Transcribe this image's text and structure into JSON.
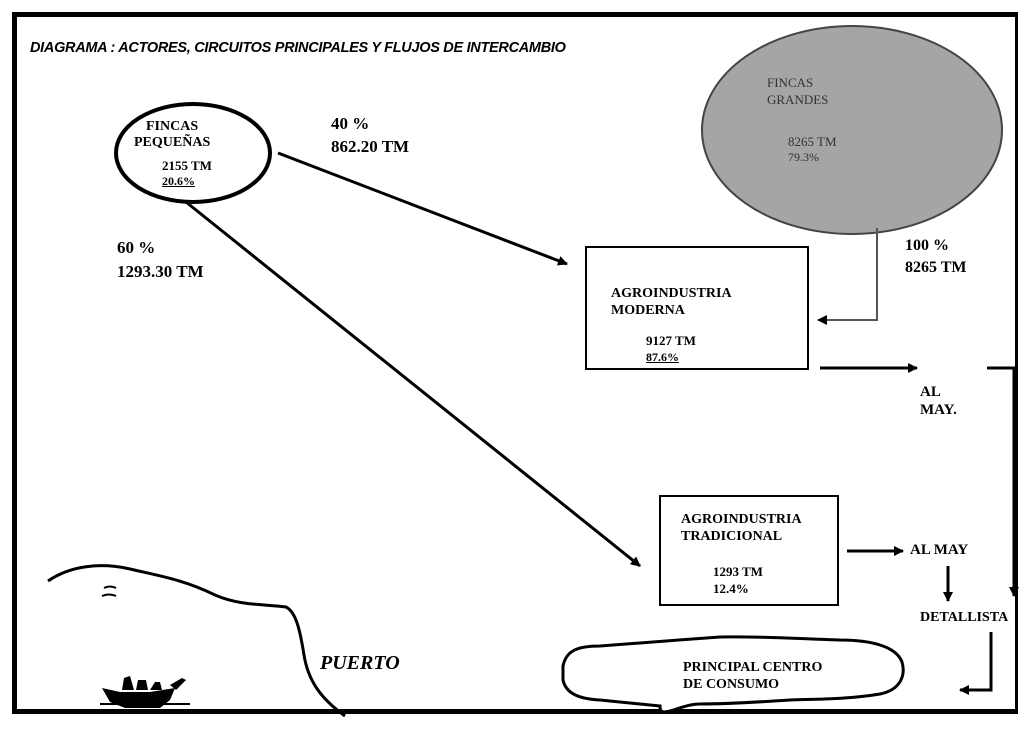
{
  "title": "DIAGRAMA : ACTORES, CIRCUITOS PRINCIPALES Y FLUJOS DE INTERCAMBIO",
  "nodes": {
    "fincas_pequenas": {
      "name_line1": "FINCAS",
      "name_line2": "PEQUEÑAS",
      "tm": "2155 TM",
      "pct": "20.6%"
    },
    "fincas_grandes": {
      "name_line1": "FINCAS",
      "name_line2": "GRANDES",
      "tm": "8265 TM",
      "pct": "79.3%",
      "fill": "#a5a5a5"
    },
    "agro_moderna": {
      "name_line1": "AGROINDUSTRIA",
      "name_line2": "MODERNA",
      "tm": "9127 TM",
      "pct": "87.6%"
    },
    "agro_tradicional": {
      "name_line1": "AGROINDUSTRIA",
      "name_line2": "TRADICIONAL",
      "tm": "1293 TM",
      "pct": "12.4%"
    },
    "al_may_1": {
      "line1": "AL",
      "line2": "MAY."
    },
    "al_may_2": {
      "label": "AL MAY"
    },
    "detallista": {
      "label": "DETALLISTA"
    },
    "centro_consumo": {
      "line1": "PRINCIPAL CENTRO",
      "line2": "DE CONSUMO"
    },
    "puerto": {
      "label": "PUERTO"
    }
  },
  "flows": {
    "to_moderna": {
      "pct": "40 %",
      "tm": "862.20 TM"
    },
    "to_tradicional": {
      "pct": "60 %",
      "tm": "1293.30 TM"
    },
    "grandes_to_moderna": {
      "pct": "100 %",
      "tm": "8265 TM"
    }
  }
}
